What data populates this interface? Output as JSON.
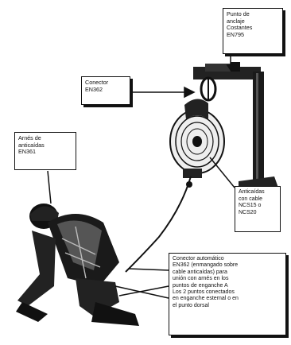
{
  "labels": {
    "anchor_point": "Punto de\nanclaje\nCostantes\nEN795",
    "connector": "Conector\nEN362",
    "harness": "Arnés de\nanticaídas\nEN361",
    "fall_arrester": "Anticaídas\ncon cable\nNCS15 o\nNCS20",
    "auto_connector": "Conector automático\nEN362 (enmangado sobre\ncable anticaídas) para\nunión con arnés en los\npuntos de enganche A\nLos 2 puntos conectados\nen enganche esternal o en\nel punto dorsal"
  },
  "colors": {
    "ink": "#111111",
    "paper": "#ffffff"
  }
}
